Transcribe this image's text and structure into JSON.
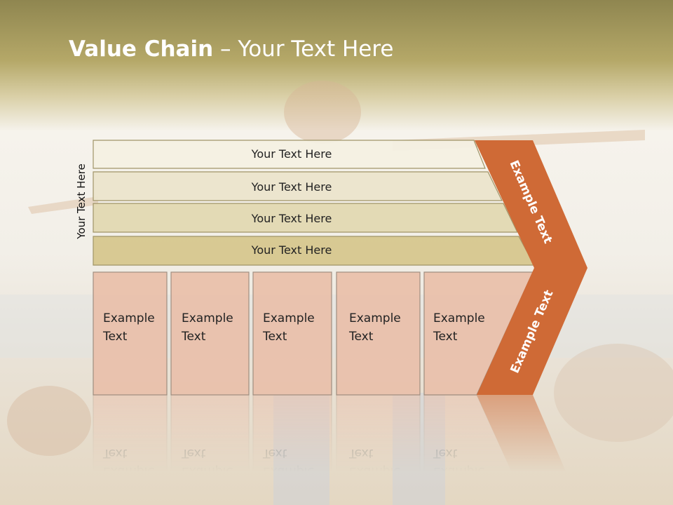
{
  "title": {
    "bold": "Value Chain",
    "rest": " – Your Text Here"
  },
  "side_label": "Your Text Here",
  "bars": [
    {
      "label": "Your Text Here"
    },
    {
      "label": "Your Text Here"
    },
    {
      "label": "Your Text Here"
    },
    {
      "label": "Your Text Here"
    }
  ],
  "cells": [
    {
      "line1": "Example",
      "line2": "Text"
    },
    {
      "line1": "Example",
      "line2": "Text"
    },
    {
      "line1": "Example",
      "line2": "Text"
    },
    {
      "line1": "Example",
      "line2": "Text"
    },
    {
      "line1": "Example",
      "line2": "Text"
    }
  ],
  "chevron": {
    "upper": "Example Text",
    "lower": "Example Text",
    "color": "#cf6a36"
  },
  "colors": {
    "bar_fills": [
      "#f5f1e3",
      "#ece5cd",
      "#e3d9b3",
      "#d7c88f"
    ],
    "cell_fill": "#eac1ac",
    "header": "#a89a55"
  }
}
